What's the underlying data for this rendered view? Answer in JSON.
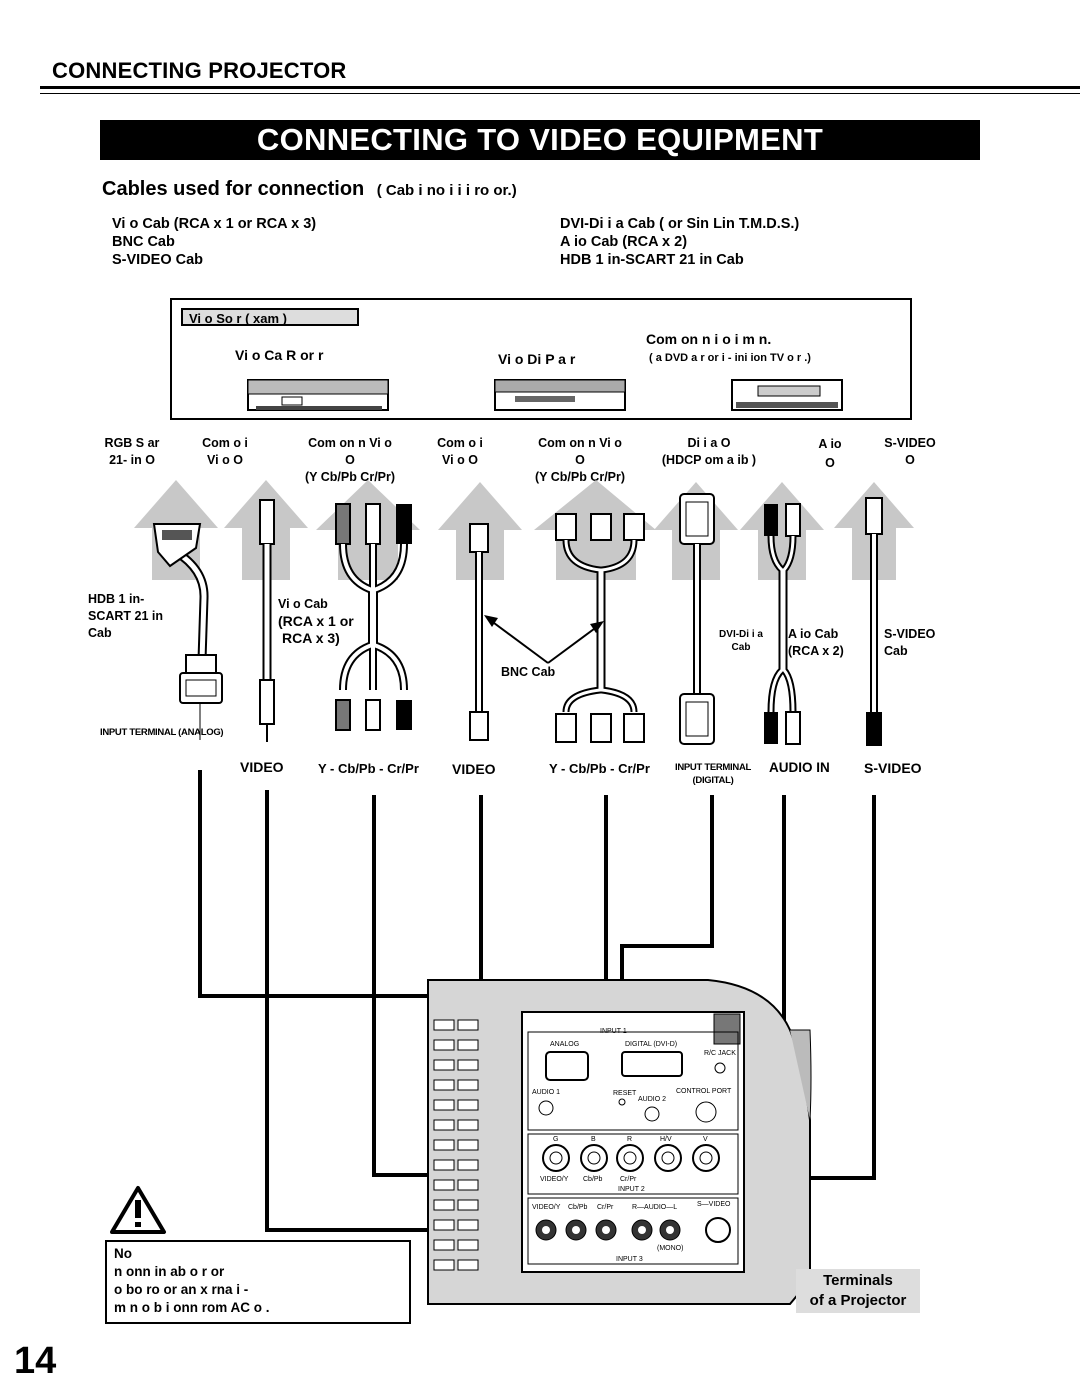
{
  "header": {
    "section": "CONNECTING PROJECTOR",
    "banner": "CONNECTING TO VIDEO EQUIPMENT"
  },
  "cables_heading": {
    "title": "Cables used for connection",
    "note": "( Cab i no i i i ro or.)"
  },
  "cables_list": {
    "left": [
      "Vi o Cab (RCA x 1 or RCA x 3)",
      "BNC Cab",
      "S-VIDEO Cab"
    ],
    "right": [
      "DVI-Di i a Cab ( or Sin Lin T.M.D.S.)",
      "A io Cab (RCA x 2)",
      "HDB 1 in-SCART 21 in Cab"
    ]
  },
  "source_box": {
    "tag": "Vi o So r ( xam )",
    "sources": [
      {
        "name": "Vi o Ca R or r"
      },
      {
        "name": "Vi o Di P a r"
      },
      {
        "name": "Com on n i o i m n.",
        "sub": "( a DVD a r or i - ini ion TV o r .)"
      }
    ]
  },
  "outputs": {
    "rgb": [
      "RGB S ar",
      "21- in O"
    ],
    "composite1": [
      "Com o i",
      "Vi o O"
    ],
    "component1": [
      "Com on n Vi o",
      "O",
      "(Y Cb/Pb Cr/Pr)"
    ],
    "composite2": [
      "Com o i",
      "Vi o O"
    ],
    "component2": [
      "Com on n Vi o",
      "O",
      "(Y Cb/Pb Cr/Pr)"
    ],
    "digital": [
      "Di i a O",
      "(HDCP om a ib )"
    ],
    "audio": [
      "A io",
      "O"
    ],
    "svideo": [
      "S-VIDEO",
      "O"
    ]
  },
  "cable_labels": {
    "scart": [
      "HDB 1 in-",
      "SCART 21 in",
      "Cab"
    ],
    "video_cable": [
      "Vi o Cab",
      "(RCA x 1 or",
      "RCA x 3)"
    ],
    "bnc": "BNC Cab",
    "dvi": [
      "DVI-Di i a",
      "Cab"
    ],
    "audio_cable": [
      "A io Cab",
      "(RCA x 2)"
    ],
    "svideo_cable": [
      "S-VIDEO",
      "Cab"
    ]
  },
  "terminal_labels": {
    "analog": "INPUT TERMINAL (ANALOG)",
    "video1": "VIDEO",
    "ycbcr1": "Y - Cb/Pb - Cr/Pr",
    "video2": "VIDEO",
    "ycbcr2": "Y - Cb/Pb - Cr/Pr",
    "digital": [
      "INPUT TERMINAL",
      "(DIGITAL)"
    ],
    "audio_in": "AUDIO IN",
    "svideo": "S-VIDEO"
  },
  "panel": {
    "input1": "INPUT 1",
    "analog": "ANALOG",
    "digital": "DIGITAL (DVI-D)",
    "rc_jack": "R/C JACK",
    "audio1": "AUDIO 1",
    "reset": "RESET",
    "audio2": "AUDIO 2",
    "control_port": "CONTROL PORT",
    "row2_labels": [
      "G",
      "B",
      "R",
      "H/V",
      "V"
    ],
    "row2_sub": [
      "VIDEO/Y",
      "Cb/Pb",
      "Cr/Pr"
    ],
    "input2": "INPUT 2",
    "row3_labels": [
      "VIDEO/Y",
      "Cb/Pb",
      "Cr/Pr",
      "R—AUDIO—L",
      "S—VIDEO"
    ],
    "mono": "(MONO)",
    "input3": "INPUT 3"
  },
  "note": {
    "title": "No",
    "lines": [
      "n onn in ab o r or",
      "o bo ro or an x rna i -",
      "m n o b i onn rom AC o ."
    ]
  },
  "terminals_label": [
    "Terminals",
    "of a Projector"
  ],
  "page_number": "14"
}
